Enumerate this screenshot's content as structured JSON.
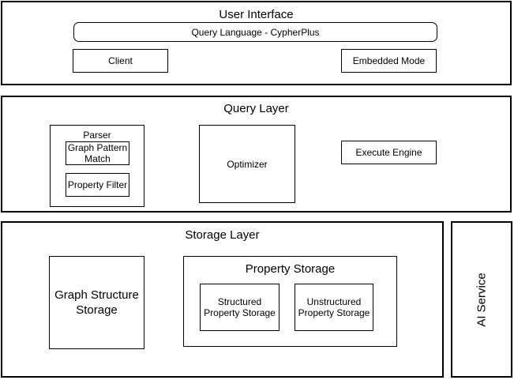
{
  "diagram": {
    "user_interface": {
      "title": "User Interface",
      "query_language_label": "Query Language - CypherPlus",
      "client_label": "Client",
      "embedded_mode_label": "Embedded Mode"
    },
    "query_layer": {
      "title": "Query Layer",
      "parser": {
        "title": "Parser",
        "graph_pattern_match_label": "Graph Pattern Match",
        "property_filter_label": "Property Filter"
      },
      "optimizer_label": "Optimizer",
      "execute_engine_label": "Execute Engine"
    },
    "storage_layer": {
      "title": "Storage Layer",
      "graph_structure_storage_label": "Graph Structure Storage",
      "property_storage": {
        "title": "Property Storage",
        "structured_label": "Structured Property Storage",
        "unstructured_label": "Unstructured Property Storage"
      }
    },
    "ai_service": {
      "label": "AI Service"
    }
  },
  "colors": {
    "border": "#000000",
    "background": "#ffffff",
    "text": "#000000"
  }
}
